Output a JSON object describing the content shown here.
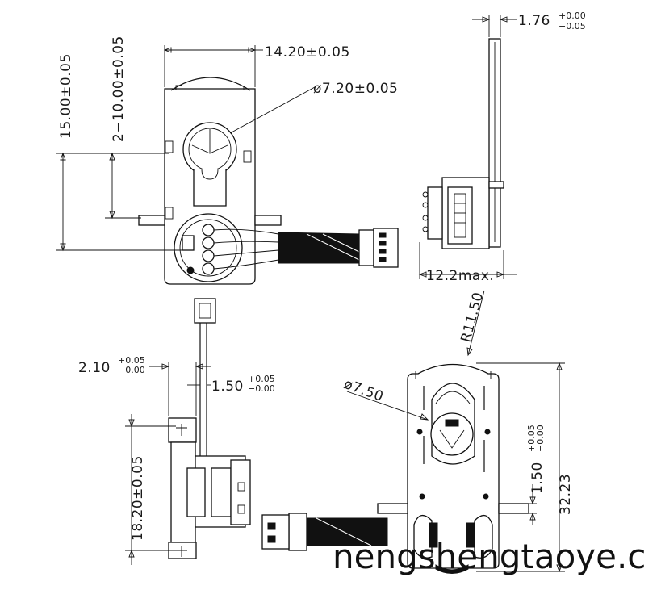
{
  "dimensions": {
    "width_top": "14.20±0.05",
    "hole_dia_top": "ø7.20±0.05",
    "height_total": "15.00±0.05",
    "pitch_vertical": "2−10.00±0.05",
    "thickness_base": "1.76",
    "thickness_tol_upper": "+0.00",
    "thickness_tol_lower": "−0.05",
    "depth_max": "12.2max.",
    "tab_width": "2.10",
    "tab_width_tol_upper": "+0.05",
    "tab_width_tol_lower": "−0.00",
    "tab_thickness": "1.50",
    "tab_thickness_tol_upper": "+0.05",
    "tab_thickness_tol_lower": "−0.00",
    "side_height": "18.20±0.05",
    "radius": "R11.50",
    "hole_dia_bottom": "ø7.50",
    "tab_gap": "1.50",
    "tab_gap_tol_upper": "+0.05",
    "tab_gap_tol_lower": "−0.00",
    "overall_length": "32.23"
  },
  "watermark": "nengshengtaoye.c"
}
